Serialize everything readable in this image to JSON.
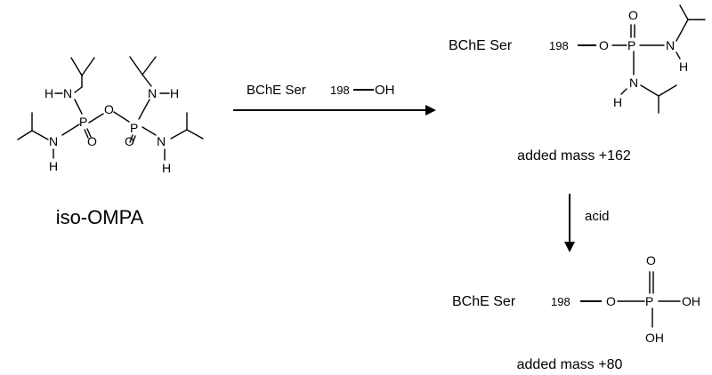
{
  "reactant": {
    "name": "iso-OMPA",
    "atoms": {
      "P": "P",
      "O": "O",
      "N": "N",
      "H": "H"
    }
  },
  "reagent": {
    "enzyme": "BChE Ser",
    "residue_number": "198",
    "group": "OH"
  },
  "product1": {
    "enzyme": "BChE Ser",
    "residue_number": "198",
    "mass_label": "added mass +162"
  },
  "step2": {
    "reagent": "acid"
  },
  "product2": {
    "enzyme": "BChE Ser",
    "residue_number": "198",
    "oh": "OH",
    "mass_label": "added mass +80"
  }
}
